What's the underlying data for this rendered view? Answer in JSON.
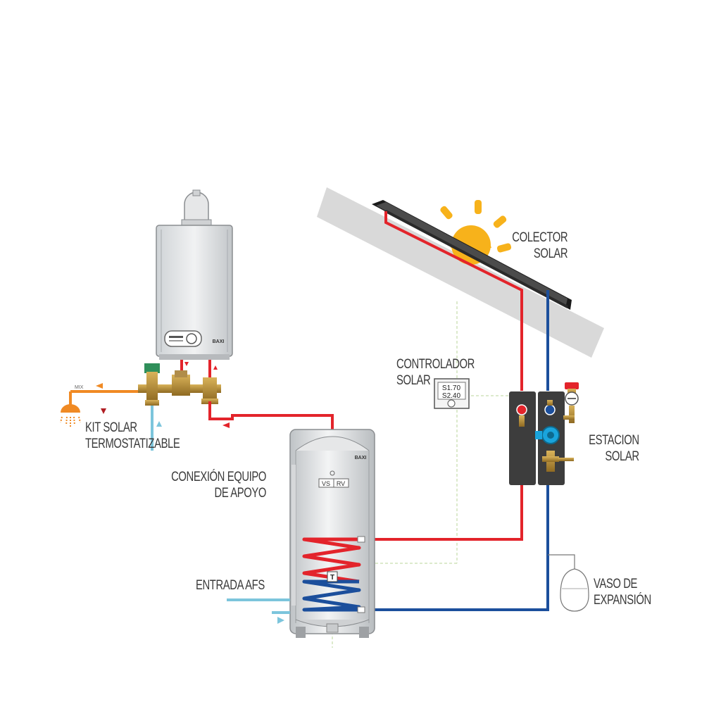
{
  "labels": {
    "collector": {
      "line1": "COLECTOR",
      "line2": "SOLAR"
    },
    "controller": {
      "line1": "CONTROLADOR",
      "line2": "SOLAR"
    },
    "station": {
      "line1": "ESTACION",
      "line2": "SOLAR"
    },
    "kit": {
      "line1": "KIT SOLAR",
      "line2": "TERMOSTATIZABLE"
    },
    "backup": {
      "line1": "CONEXIÓN EQUIPO",
      "line2": "DE APOYO"
    },
    "cold_inlet": "ENTRADA AFS",
    "expansion": {
      "line1": "VASO DE",
      "line2": "EXPANSIÓN"
    }
  },
  "controller_display": {
    "line1": "S1.70",
    "line2": "S2.40"
  },
  "boiler_brand": "BAXI",
  "tank_brand": "BAXI",
  "tank_ports": {
    "left": "VS",
    "right": "RV"
  },
  "tank_sensor": "T",
  "shower_tag": "MIX",
  "colors": {
    "hot_pipe": "#e3242b",
    "cold_pipe": "#1c4f9c",
    "afs_pipe": "#7cc5dc",
    "mix_pipe": "#f08a24",
    "sun": "#f7b21b",
    "roof": "#d9d9d9",
    "station_body": "#3d3d3d"
  },
  "icons": [
    "sun-icon",
    "shower-icon",
    "pump-icon",
    "gauge-icon",
    "thermometer-icon"
  ]
}
